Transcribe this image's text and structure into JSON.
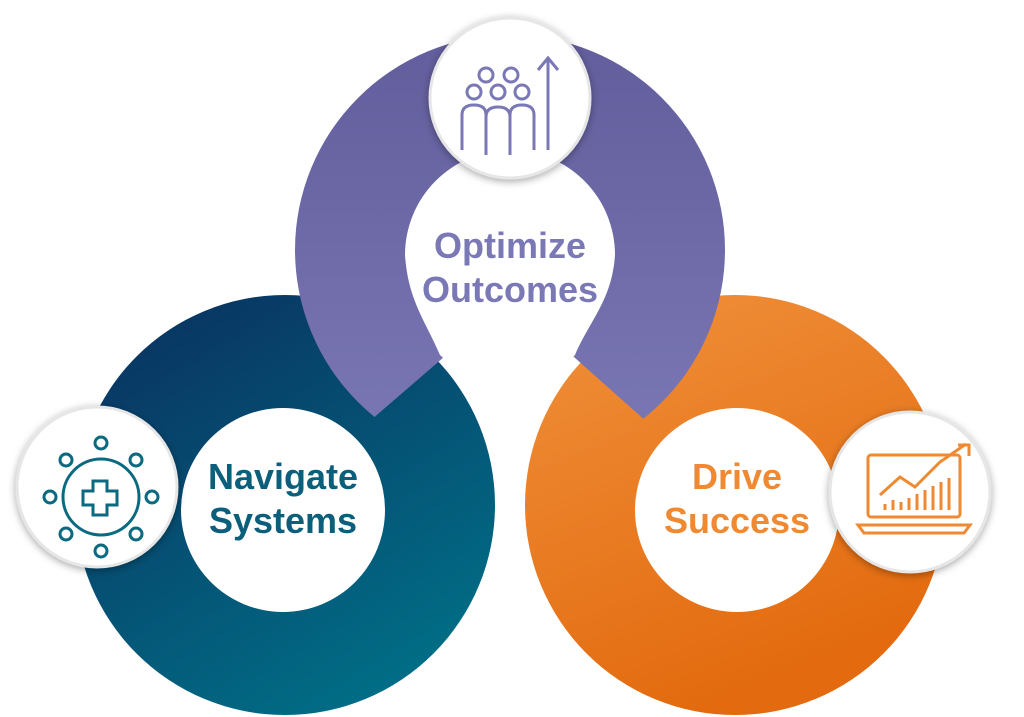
{
  "stages": [
    {
      "line1": "Navigate",
      "line2": "Systems",
      "icon": "medical-network-icon",
      "color": "#0b5f7a"
    },
    {
      "line1": "Optimize",
      "line2": "Outcomes",
      "icon": "team-growth-icon",
      "color": "#7b78b6"
    },
    {
      "line1": "Drive",
      "line2": "Success",
      "icon": "laptop-chart-icon",
      "color": "#ef8a33"
    }
  ]
}
